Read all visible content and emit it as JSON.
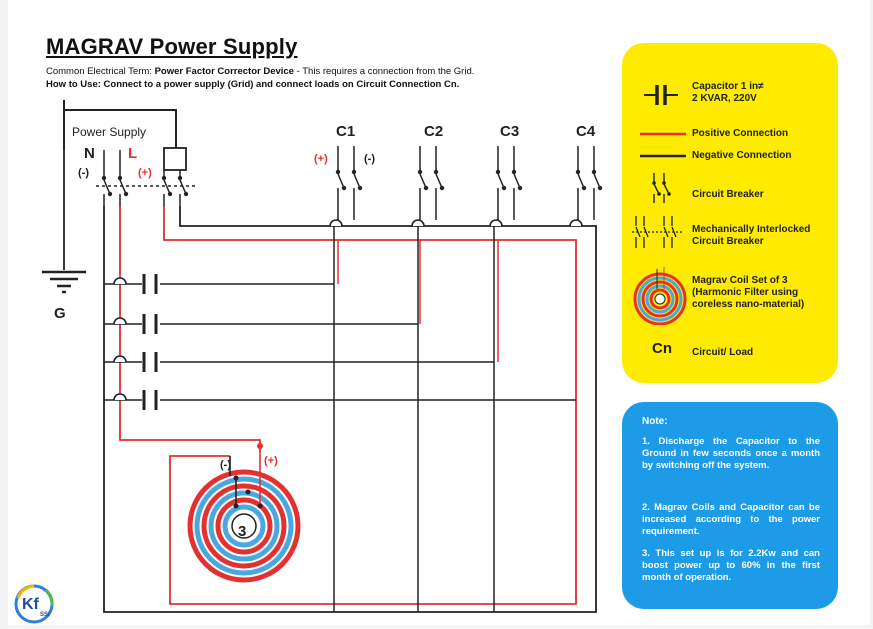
{
  "header": {
    "title": "MAGRAV Power Supply",
    "term_label": "Common Electrical Term:",
    "term_value": "Power Factor Corrector Device",
    "term_rest": "- This requires a connection from the Grid.",
    "how_to": "How to Use: Connect to a power supply (Grid) and connect loads on Circuit Connection Cn."
  },
  "diagram": {
    "power_supply": "Power Supply",
    "neutral": "N",
    "live": "L",
    "neg": "(-)",
    "pos": "(+)",
    "ground": "G",
    "circuits": [
      "C1",
      "C2",
      "C3",
      "C4"
    ],
    "coil_count": "3"
  },
  "legend": {
    "capacitor_line1": "Capacitor   1 in≠",
    "capacitor_line2": "2 KVAR, 220V",
    "positive": "Positive Connection",
    "negative": "Negative Connection",
    "breaker": "Circuit Breaker",
    "interlocked_line1": "Mechanically Interlocked",
    "interlocked_line2": "Circuit Breaker",
    "coil_line1": "Magrav Coil Set of 3",
    "coil_line2": "(Harmonic Filter using",
    "coil_line3": "coreless nano-material)",
    "cn_symbol": "Cn",
    "cn_label": "Circuit/ Load"
  },
  "note": {
    "title": "Note:",
    "items": [
      "1. Discharge the Capacitor to the Ground in few seconds once a month by switching off the system.",
      "2. Magrav Coils and Capacitor can be increased according to the power requirement.",
      "3. This set up is for 2.2Kw and can boost power up to 60% in the first month of operation."
    ]
  },
  "logo": {
    "text": "Kf",
    "sub": "SSI"
  },
  "colors": {
    "positive": "#e53030",
    "negative": "#222222",
    "legend_bg": "#ffeb00",
    "note_bg": "#1e9be6",
    "coil_blue": "#4aa8e0"
  }
}
